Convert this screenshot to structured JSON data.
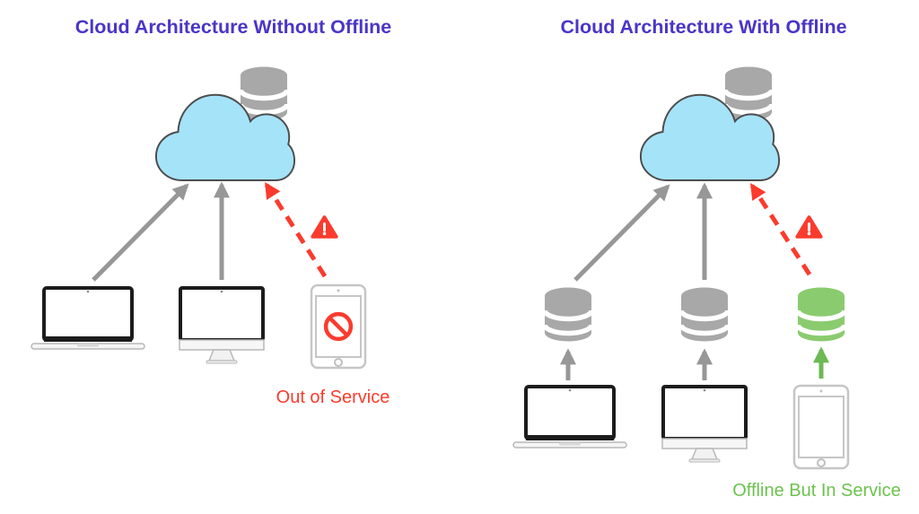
{
  "left": {
    "title": "Cloud Architecture Without Offline",
    "status_label": "Out of Service",
    "cloud": {
      "icon": "cloud-icon",
      "attached_storage_icon": "database-icon",
      "attached_storage_color": "gray"
    },
    "clients": [
      {
        "icon": "laptop-icon",
        "link_to_cloud": {
          "style": "solid",
          "color": "gray"
        }
      },
      {
        "icon": "desktop-monitor-icon",
        "link_to_cloud": {
          "style": "solid",
          "color": "gray"
        }
      },
      {
        "icon": "tablet-icon",
        "screen_overlay_icon": "prohibition-icon",
        "link_to_cloud": {
          "style": "dashed",
          "color": "red",
          "badge_icon": "warning-triangle-icon"
        }
      }
    ]
  },
  "right": {
    "title": "Cloud Architecture With Offline",
    "status_label": "Offline But In Service",
    "cloud": {
      "icon": "cloud-icon",
      "attached_storage_icon": "database-icon",
      "attached_storage_color": "gray"
    },
    "clients": [
      {
        "icon": "laptop-icon",
        "local_storage_icon": "database-icon",
        "local_storage_color": "gray",
        "link_to_storage": {
          "style": "solid",
          "color": "gray"
        },
        "storage_link_to_cloud": {
          "style": "solid",
          "color": "gray"
        }
      },
      {
        "icon": "desktop-monitor-icon",
        "local_storage_icon": "database-icon",
        "local_storage_color": "gray",
        "link_to_storage": {
          "style": "solid",
          "color": "gray"
        },
        "storage_link_to_cloud": {
          "style": "solid",
          "color": "gray"
        }
      },
      {
        "icon": "tablet-icon",
        "local_storage_icon": "database-icon",
        "local_storage_color": "green",
        "link_to_storage": {
          "style": "solid",
          "color": "green"
        },
        "storage_link_to_cloud": {
          "style": "dashed",
          "color": "red",
          "badge_icon": "warning-triangle-icon"
        }
      }
    ]
  },
  "colors": {
    "title-purple": "#4A35C8",
    "cloud-fill": "#A5E3F9",
    "cloud-stroke": "#4D4D4D",
    "database-gray": "#A8A8A8",
    "arrow-gray": "#979797",
    "alert-red": "#FB3B2D",
    "database-green": "#8BCB6F",
    "green-arrow": "#6DB954",
    "green-text": "#6CC24F"
  }
}
